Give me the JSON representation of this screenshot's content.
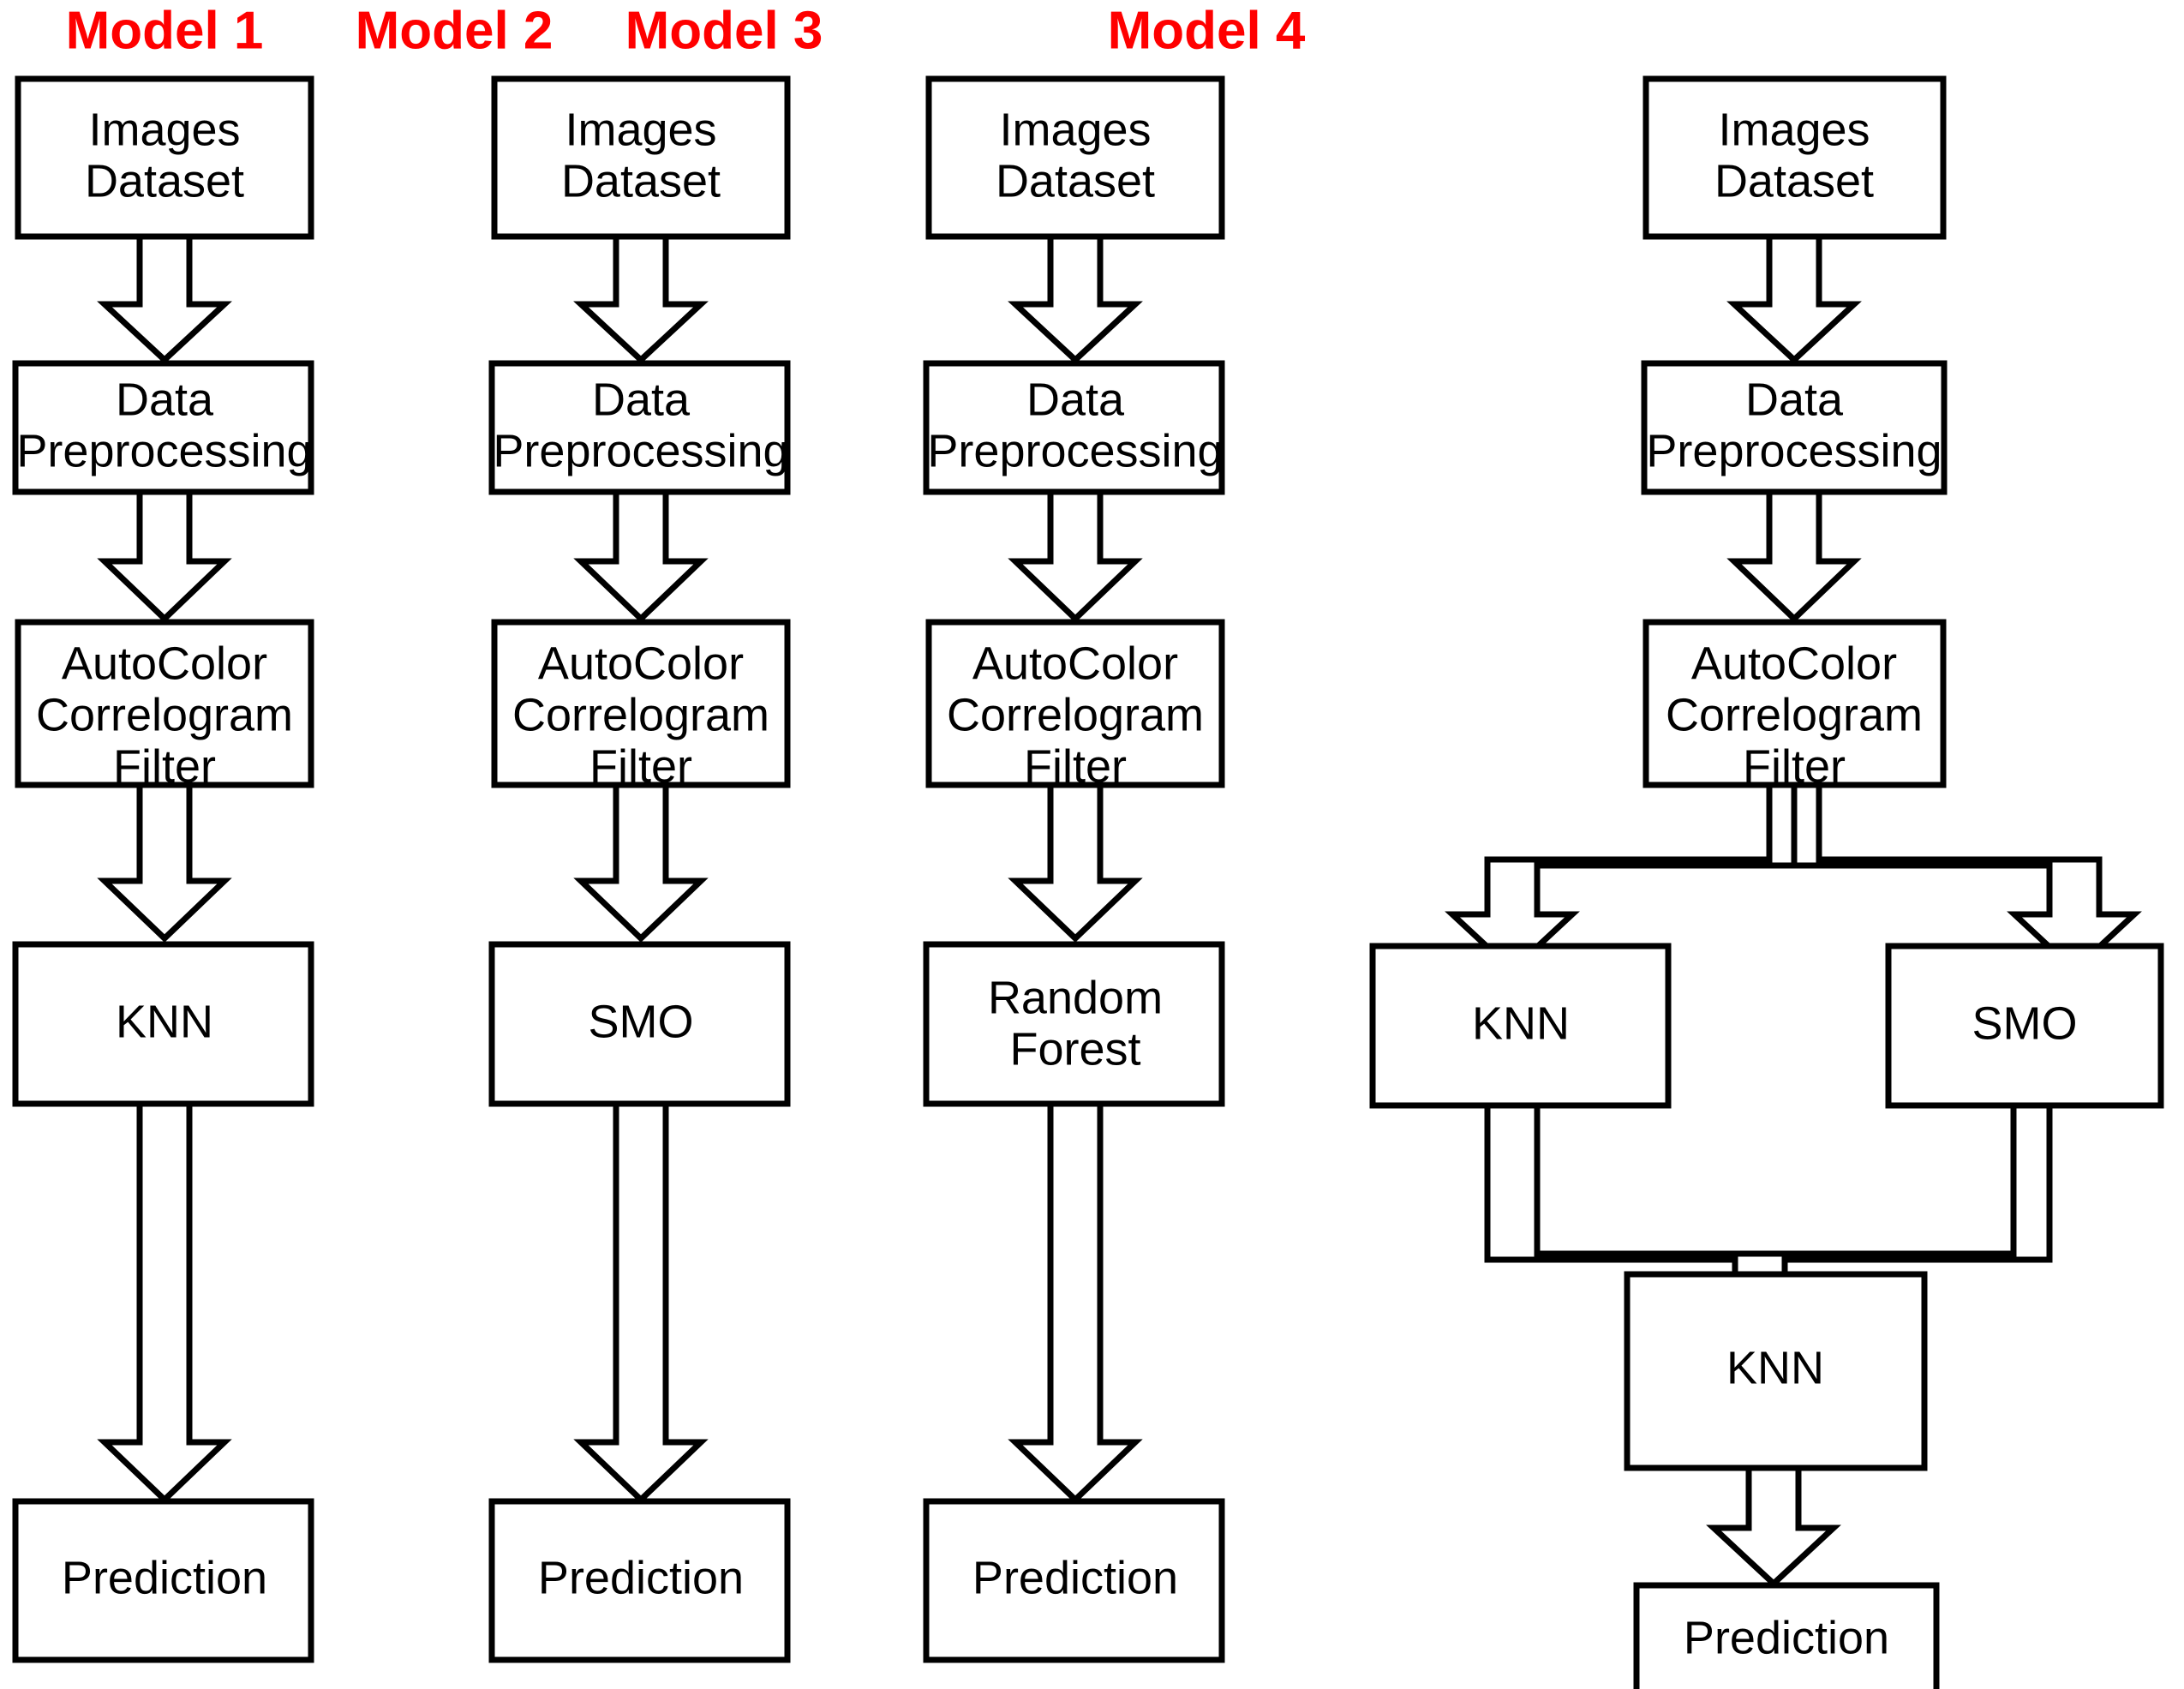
{
  "diagram": {
    "title_color": "#ff0000",
    "box_stroke_color": "#000000",
    "background_color": "#ffffff",
    "columns": [
      {
        "id": "model-1",
        "title": "Model 1",
        "nodes": [
          {
            "id": "m1-images-dataset",
            "line1": "Images",
            "line2": "Dataset",
            "line3": ""
          },
          {
            "id": "m1-data-preprocessing",
            "line1": "Data",
            "line2": "Preprocessing",
            "line3": ""
          },
          {
            "id": "m1-autocolor-filter",
            "line1": "AutoColor",
            "line2": "Correlogram",
            "line3": "Filter"
          },
          {
            "id": "m1-classifier",
            "line1": "KNN",
            "line2": "",
            "line3": ""
          },
          {
            "id": "m1-prediction",
            "line1": "Prediction",
            "line2": "",
            "line3": ""
          }
        ]
      },
      {
        "id": "model-2",
        "title": "Model 2",
        "nodes": [
          {
            "id": "m2-images-dataset",
            "line1": "Images",
            "line2": "Dataset",
            "line3": ""
          },
          {
            "id": "m2-data-preprocessing",
            "line1": "Data",
            "line2": "Preprocessing",
            "line3": ""
          },
          {
            "id": "m2-autocolor-filter",
            "line1": "AutoColor",
            "line2": "Correlogram",
            "line3": "Filter"
          },
          {
            "id": "m2-classifier",
            "line1": "SMO",
            "line2": "",
            "line3": ""
          },
          {
            "id": "m2-prediction",
            "line1": "Prediction",
            "line2": "",
            "line3": ""
          }
        ]
      },
      {
        "id": "model-3",
        "title": "Model 3",
        "nodes": [
          {
            "id": "m3-images-dataset",
            "line1": "Images",
            "line2": "Dataset",
            "line3": ""
          },
          {
            "id": "m3-data-preprocessing",
            "line1": "Data",
            "line2": "Preprocessing",
            "line3": ""
          },
          {
            "id": "m3-autocolor-filter",
            "line1": "AutoColor",
            "line2": "Correlogram",
            "line3": "Filter"
          },
          {
            "id": "m3-classifier",
            "line1": "Random",
            "line2": "Forest",
            "line3": ""
          },
          {
            "id": "m3-prediction",
            "line1": "Prediction",
            "line2": "",
            "line3": ""
          }
        ]
      },
      {
        "id": "model-4",
        "title": "Model 4",
        "nodes": [
          {
            "id": "m4-images-dataset",
            "line1": "Images",
            "line2": "Dataset",
            "line3": ""
          },
          {
            "id": "m4-data-preprocessing",
            "line1": "Data",
            "line2": "Preprocessing",
            "line3": ""
          },
          {
            "id": "m4-autocolor-filter",
            "line1": "AutoColor",
            "line2": "Correlogram",
            "line3": "Filter"
          },
          {
            "id": "m4-branch-knn",
            "line1": "KNN",
            "line2": "",
            "line3": ""
          },
          {
            "id": "m4-branch-smo",
            "line1": "SMO",
            "line2": "",
            "line3": ""
          },
          {
            "id": "m4-meta-knn",
            "line1": "KNN",
            "line2": "",
            "line3": ""
          },
          {
            "id": "m4-prediction",
            "line1": "Prediction",
            "line2": "",
            "line3": ""
          }
        ]
      }
    ]
  }
}
